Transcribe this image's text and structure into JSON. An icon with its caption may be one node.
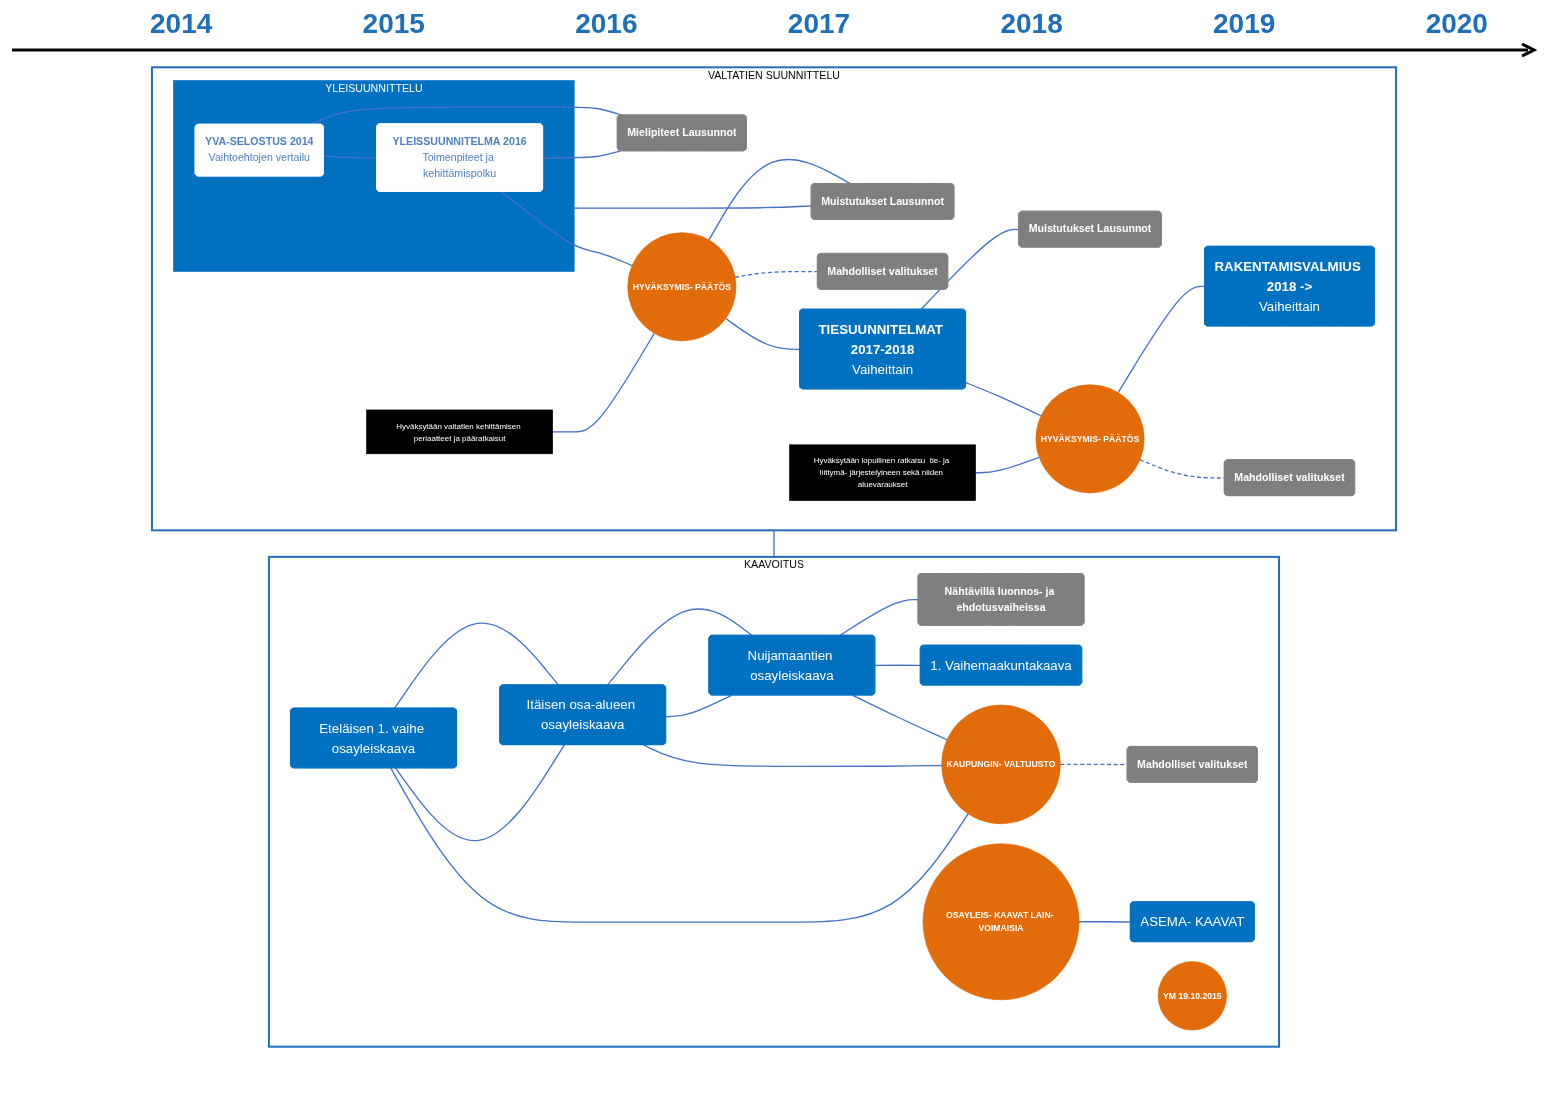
{
  "diagram": {
    "nodes": [
      {
        "text": [
          "VALTATIEN SUUNNITTELU"
        ]
      },
      {
        "text": [
          "YLEISUUNNITTELU"
        ],
        "in": 0
      },
      {
        "text": [
          "YVA-SELOSTUS 2014",
          "Vaihtoehtojen vertailu"
        ],
        "in": 1
      },
      {
        "text": [
          "YLEISSUUNNITELMA 2016",
          "Toimenpiteet ja kehittämispolku"
        ],
        "in": 1
      },
      {
        "text": [
          "HYVÄKSYMIS- PÄÄTÖS"
        ],
        "in": 0
      },
      {
        "text": [
          "Hyväksytään valtatien kehittämisen periaatteet ja pääratkaisut"
        ],
        "in": 0
      },
      {
        "text": [
          "TIESUUNNITELMAT 2017-2018",
          "Vaiheittain"
        ],
        "in": 0
      },
      {
        "text": [
          "HYVÄKSYMIS- PÄÄTÖS"
        ],
        "in": 0
      },
      {
        "text": [
          "Hyväksytään lopullinen ratkaisu  tie- ja liittymä- järjestelyineen sekä niiden aluevaraukset"
        ],
        "in": 0
      },
      {
        "text": [
          "RAKENTAMISVALMIUS 2018 ->",
          "Vaiheittain"
        ],
        "in": 0
      },
      {
        "text": [
          "Mielipiteet Lausunnot"
        ],
        "in": 0
      },
      {
        "text": [
          "Muistutukset Lausunnot"
        ],
        "in": 0
      },
      {
        "text": [
          "Mahdolliset valitukset"
        ],
        "in": 0
      },
      {
        "text": [
          "Muistutukset Lausunnot"
        ],
        "in": 0
      },
      {
        "text": [
          "Mahdolliset valitukset"
        ],
        "in": 0
      },
      {
        "text": [
          "KAAVOITUS"
        ]
      },
      {
        "text": [
          "Eteläisen 1. vaihe osayleiskaava"
        ],
        "in": 15
      },
      {
        "text": [
          "Itäisen osa-alueen osayleiskaava"
        ],
        "in": 15
      },
      {
        "text": [
          "Nuijamaantien osayleiskaava"
        ],
        "in": 15
      },
      {
        "text": [
          "KAUPUNGIN- VALTUUSTO"
        ],
        "in": 15
      },
      {
        "text": [
          "OSAYLEIS- KAAVAT LAIN- VOIMAISIA"
        ],
        "in": 15
      },
      {
        "text": [
          "ASEMA- KAAVAT"
        ],
        "in": 15
      },
      {
        "text": [
          "Nähtävillä luonnos- ja ehdotusvaiheissa"
        ],
        "in": 15
      },
      {
        "text": [
          "Mahdolliset valitukset"
        ],
        "in": 15
      },
      {
        "text": [
          "1. Vaihemaakuntakaava"
        ],
        "in": 15
      },
      {
        "text": [
          "YM 19.10.2015"
        ],
        "in": 15
      }
    ],
    "edges": [
      {
        "from": 2,
        "to": 3,
        "arrow": "none"
      },
      {
        "from": 2,
        "to": 10,
        "arrow": "none"
      },
      {
        "from": 3,
        "to": 10,
        "arrow": "none"
      },
      {
        "from": 1,
        "to": 11,
        "arrow": "none"
      },
      {
        "from": 3,
        "to": 4,
        "arrow": "none"
      },
      {
        "from": 4,
        "to": 11,
        "arrow": "none"
      },
      {
        "from": 4,
        "to": 12,
        "arrow": "none",
        "style": "dashed"
      },
      {
        "from": 5,
        "to": 4,
        "arrow": "none"
      },
      {
        "from": 4,
        "to": 6,
        "arrow": "none"
      },
      {
        "from": 6,
        "to": 13,
        "arrow": "none"
      },
      {
        "from": 6,
        "to": 7,
        "arrow": "none"
      },
      {
        "from": 8,
        "to": 7,
        "arrow": "none"
      },
      {
        "from": 7,
        "to": 9,
        "arrow": "none"
      },
      {
        "from": 7,
        "to": 14,
        "arrow": "none",
        "style": "dashed"
      },
      {
        "from": 0,
        "to": 15,
        "arrow": "none"
      },
      {
        "from": 16,
        "to": 17,
        "arrow": "none"
      },
      {
        "from": 16,
        "to": 17,
        "arrow": "none"
      },
      {
        "from": 17,
        "to": 18,
        "arrow": "none"
      },
      {
        "from": 17,
        "to": 18,
        "arrow": "none"
      },
      {
        "from": 18,
        "to": 22,
        "arrow": "none"
      },
      {
        "from": 18,
        "to": 24,
        "arrow": "none"
      },
      {
        "from": 16,
        "to": 19,
        "arrow": "none"
      },
      {
        "from": 17,
        "to": 19,
        "arrow": "none"
      },
      {
        "from": 18,
        "to": 19,
        "arrow": "none"
      },
      {
        "from": 19,
        "to": 23,
        "arrow": "none",
        "style": "dashed"
      },
      {
        "from": 20,
        "to": 21,
        "arrow": "none"
      }
    ],
    "labels": [
      "2014",
      "2015",
      "2016",
      "2017",
      "2018",
      "2019",
      "2020"
    ]
  }
}
